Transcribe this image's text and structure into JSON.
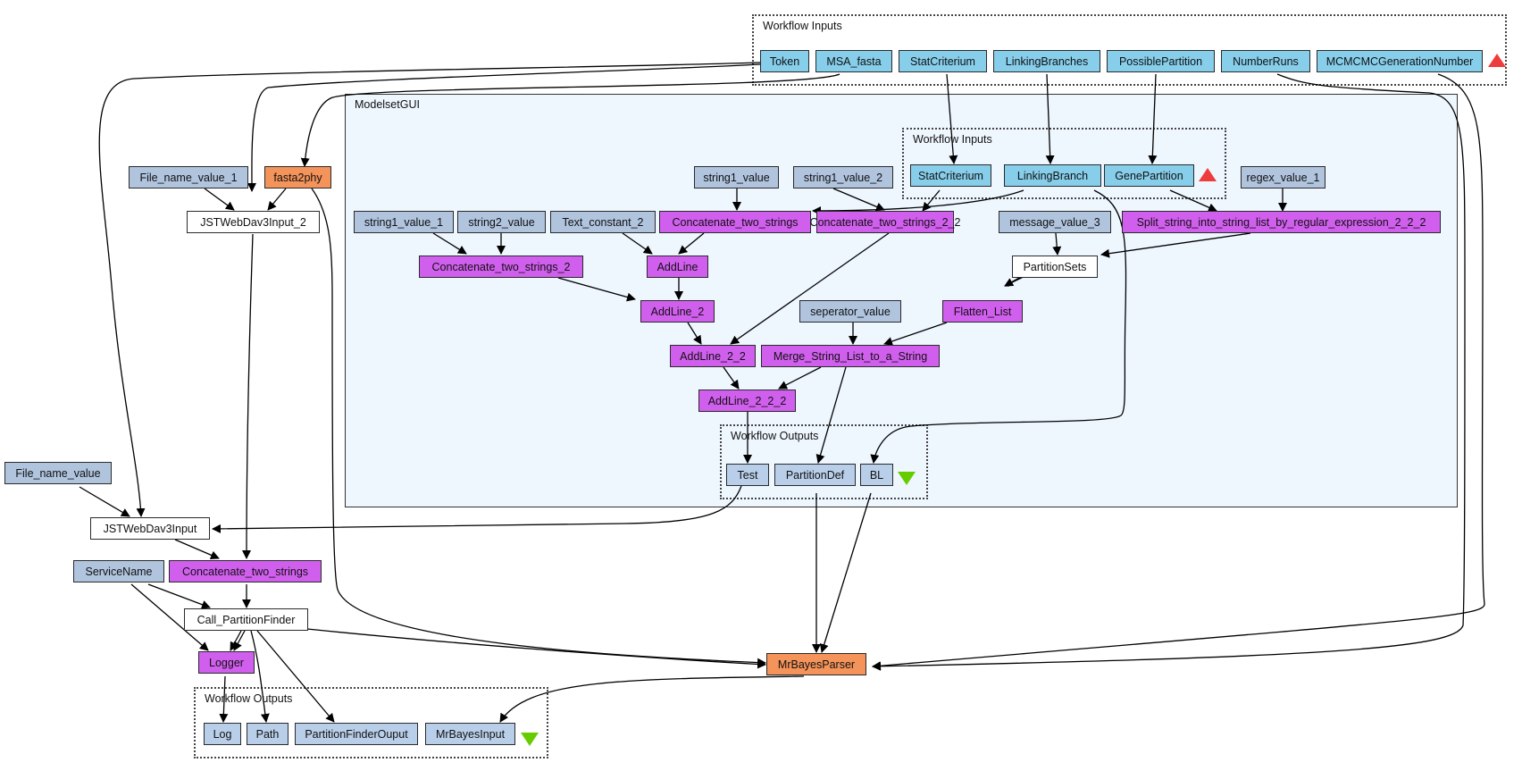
{
  "diagram": {
    "clusters": {
      "top_inputs": "Workflow Inputs",
      "modelset": "ModelsetGUI",
      "inner_inputs": "Workflow Inputs",
      "inner_outputs": "Workflow Outputs",
      "bottom_outputs": "Workflow Outputs"
    },
    "nodes": {
      "token": "Token",
      "msa_fasta": "MSA_fasta",
      "statcriterium_top": "StatCriterium",
      "linkingbranches": "LinkingBranches",
      "possiblepartition": "PossiblePartition",
      "numberruns": "NumberRuns",
      "mcmcmc": "MCMCMCGenerationNumber",
      "file_name_value_1": "File_name_value_1",
      "fasta2phy": "fasta2phy",
      "jstwebdav3input_2": "JSTWebDav3Input_2",
      "file_name_value": "File_name_value",
      "jstwebdav3input": "JSTWebDav3Input",
      "servicename": "ServiceName",
      "concat_outer": "Concatenate_two_strings",
      "call_partitionfinder": "Call_PartitionFinder",
      "logger": "Logger",
      "mrbayesparser": "MrBayesParser",
      "out_log": "Log",
      "out_path": "Path",
      "out_partitionfinderouput": "PartitionFinderOuput",
      "out_mrbayesinput": "MrBayesInput",
      "string1_value": "string1_value",
      "string1_value_2": "string1_value_2",
      "string1_value_1": "string1_value_1",
      "string2_value": "string2_value",
      "text_constant_2": "Text_constant_2",
      "concat_inner": "Concatenate_two_strings",
      "concat_2_2": "Concatenate_two_strings_2_2",
      "message_value_3": "message_value_3",
      "split_string": "Split_string_into_string_list_by_regular_expression_2_2_2",
      "regex_value_1": "regex_value_1",
      "in_statcriterium": "StatCriterium",
      "in_linkingbranch": "LinkingBranch",
      "in_genepartition": "GenePartition",
      "concat_2": "Concatenate_two_strings_2",
      "addline": "AddLine",
      "partitionsets": "PartitionSets",
      "addline_2": "AddLine_2",
      "seperator_value": "seperator_value",
      "flatten_list": "Flatten_List",
      "addline_2_2": "AddLine_2_2",
      "merge_string": "Merge_String_List_to_a_String",
      "addline_2_2_2": "AddLine_2_2_2",
      "out_test": "Test",
      "out_partitiondef": "PartitionDef",
      "out_bl": "BL"
    },
    "icons": {
      "inputs_marker": "red-triangle-up",
      "outputs_marker": "green-triangle-down"
    },
    "colors": {
      "input": "#87ceeb",
      "constant": "#b0c4de",
      "processor": "#d15fee",
      "webservice": "#ffffff",
      "external": "#f4935a",
      "output": "#b9cfe9",
      "subworkflow_bg": "#eef6fe",
      "input_marker": "#ee3b3b",
      "output_marker": "#66cc00"
    }
  }
}
